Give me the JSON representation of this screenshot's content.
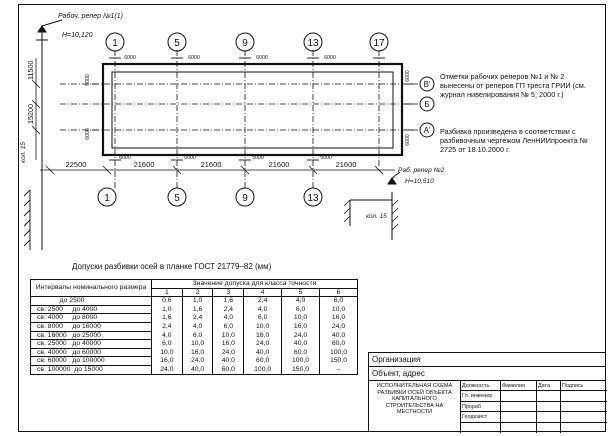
{
  "drawing": {
    "axis_labels_top": [
      "1",
      "5",
      "9",
      "13",
      "17"
    ],
    "axis_labels_bottom": [
      "1",
      "5",
      "9",
      "13"
    ],
    "axis_labels_right": [
      "B'",
      "Б",
      "A'"
    ],
    "dimensions_bottom": [
      "22500",
      "21600",
      "21600",
      "21600",
      "21600"
    ],
    "dimensions_left": [
      "11500",
      "15200"
    ],
    "dimensions_small": [
      "6000",
      "6000",
      "6000",
      "6000",
      "6000",
      "6000",
      "5000",
      "5000",
      "5000",
      "6000",
      "6000",
      "6000"
    ],
    "benchmark_1": {
      "label": "Рабоч. репер №1(1)",
      "height": "Н=10,120",
      "pile": "кол. 15"
    },
    "benchmark_2": {
      "label": "Раб. репер №2",
      "height": "Н=10,510",
      "pile": "кол. 15"
    }
  },
  "notes": {
    "note1": "Отметки рабочих реперов №1 и № 2 вынесены от реперов ГП треста ГРИИ (см. журнал нивелирования № 5, 2000 г.)",
    "note2": "Разбивка произведена в соответствии с разбивочным чертежом ЛенНИИпроекта № 2725 от 18.10.2000 г."
  },
  "table": {
    "title": "Допуски разбивки осей в планке ГОСТ 21779–82 (мм)",
    "header_interval": "Интервалы номинального размера",
    "header_values": "Значение допуска для класса точности",
    "classes": [
      "1",
      "2",
      "3",
      "4",
      "5",
      "6"
    ],
    "rows": [
      {
        "interval": "            до 2500",
        "values": [
          "0,6",
          "1,0",
          "1,6",
          "2,4",
          "4,0",
          "6,0"
        ]
      },
      {
        "interval": "св. 2500     до 4000",
        "values": [
          "1,0",
          "1,6",
          "2,4",
          "4,0",
          "6,0",
          "10,0"
        ]
      },
      {
        "interval": "св. 4000     до 8000",
        "values": [
          "1,6",
          "2,4",
          "4,0",
          "6,0",
          "10,0",
          "16,0"
        ]
      },
      {
        "interval": "св. 8000     до 16000",
        "values": [
          "2,4",
          "4,0",
          "6,0",
          "10,0",
          "16,0",
          "24,0"
        ]
      },
      {
        "interval": "св. 16000   до 25000",
        "values": [
          "4,0",
          "6,0",
          "10,0",
          "16,0",
          "24,0",
          "40,0"
        ]
      },
      {
        "interval": "св. 25000   до 40000",
        "values": [
          "6,0",
          "10,0",
          "16,0",
          "24,0",
          "40,0",
          "60,0"
        ]
      },
      {
        "interval": "св. 40000   до 60000",
        "values": [
          "10,0",
          "16,0",
          "24,0",
          "40,0",
          "60,0",
          "100,0"
        ]
      },
      {
        "interval": "св. 60000   до 100000",
        "values": [
          "16,0",
          "24,0",
          "40,0",
          "60,0",
          "100,0",
          "150,0"
        ]
      },
      {
        "interval": "св. 100000  до 15000",
        "values": [
          "24,0",
          "40,0",
          "60,0",
          "100,0",
          "150,0",
          "–"
        ]
      }
    ]
  },
  "stamp": {
    "organization": "Организация",
    "object": "Объект, адрес",
    "title": "ИСПОЛНИТЕЛЬНАЯ СХЕМА РАЗБИВКИ ОСЕЙ ОБЪЕКТА КАПИТАЛЬНОГО СТРОИТЕЛЬСТВА НА МЕСТНОСТИ",
    "col_position": "Должность",
    "col_surname": "Фамилия",
    "col_date": "Дата",
    "col_signature": "Подпись",
    "roles": [
      "Гл. инженер",
      "Прораб",
      "Геодезист"
    ]
  }
}
